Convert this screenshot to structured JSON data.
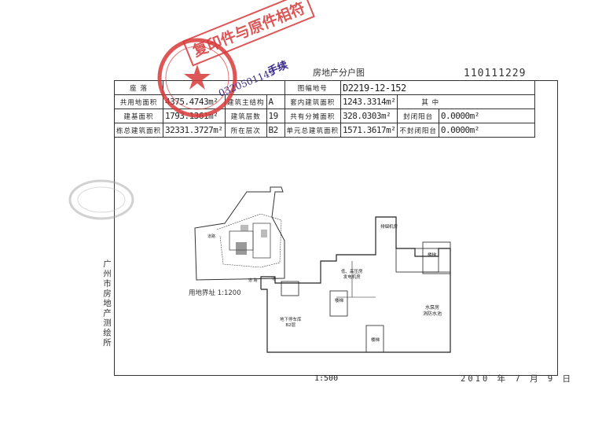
{
  "header": {
    "title": "房地产分户图",
    "doc_number": "110111229"
  },
  "table": {
    "row1": {
      "label_location": "座 落",
      "location_value": "",
      "label_map_no": "图幅地号",
      "map_no": "D2219-12-152"
    },
    "row2": {
      "label_land_area": "共用地面积",
      "land_area": "4375.4743m²",
      "label_structure": "建筑主结构",
      "structure": "A",
      "label_set_area": "套内建筑面积",
      "set_area": "1243.3314m²",
      "label_among": "其 中"
    },
    "row3": {
      "label_base_area": "建基面积",
      "base_area": "1793.1361m²",
      "label_floors": "建筑层数",
      "floors": "19",
      "label_shared_area": "共有分摊面积",
      "shared_area": "328.0303m²",
      "label_closed_balcony": "封闭阳台",
      "closed_balcony": "0.0000m²"
    },
    "row4": {
      "label_total_area": "栋总建筑面积",
      "total_area": "32331.3727m²",
      "label_floor_at": "所在层次",
      "floor_at": "B2",
      "label_unit_total": "单元总建筑面积",
      "unit_total": "1571.3617m²",
      "label_open_balcony": "不封闭阳台",
      "open_balcony": "0.0000m²"
    }
  },
  "site_plan": {
    "scale_label": "用地界址 1:1200"
  },
  "floor_plan": {
    "rooms": {
      "pump_room": "水泵房\n消防水池",
      "garage": "地下停车库\nB2层",
      "elevator_room": "低、高压房\n发电机房",
      "stair_a": "楼梯",
      "stair_b": "楼梯",
      "stair_c": "楼梯",
      "top_room": "排烟机房"
    }
  },
  "footer": {
    "scale": "1:500",
    "date": "2010 年 7 月 9 日",
    "surveyor": "广州市房地产测绘所"
  },
  "stamps": {
    "main_seal_text": "复印件与原件相符",
    "handwritten_note": "手续",
    "handwritten_code": "0320501149"
  },
  "colors": {
    "seal_red": "#d8393a",
    "handwriting_blue": "#3a2a8a",
    "line": "#333333"
  }
}
